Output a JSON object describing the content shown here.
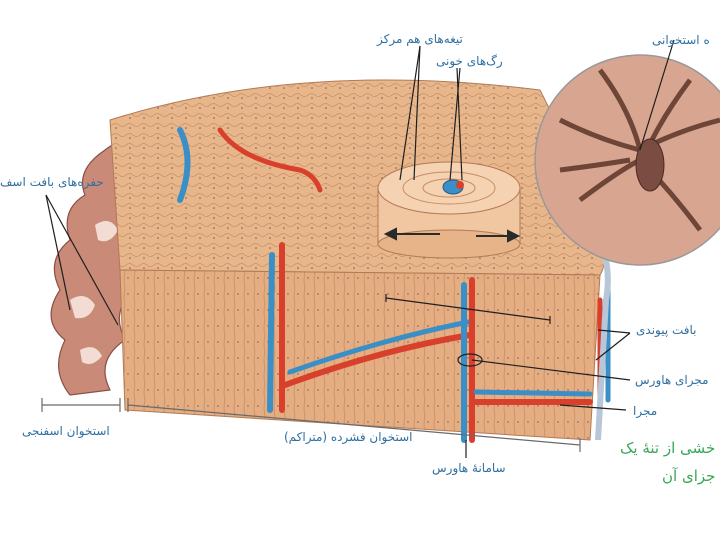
{
  "labels": {
    "concentric_lamellae": "تیغه‌های هم مرکز",
    "blood_vessels": "رگ‌های خونی",
    "bone_cell_partial": "ه استخوانی",
    "spongy_cavities_partial": "حفره‌های بافت اسف",
    "connective_tissue": "بافت پیوندی",
    "haversian_canal": "مجرای هاورس",
    "canal": "مجرا",
    "spongy_bone": "استخوان اسفنجی",
    "compact_bone": "استخوان فشرده (متراکم)",
    "haversian_system": "سامانهٔ هاورس",
    "caption_line1_partial": "خشی از تنهٔ یک",
    "caption_line2_partial": "جزای آن"
  },
  "colors": {
    "label_blue": "#2f6f9f",
    "caption_green": "#3aa657",
    "bone_tan": "#e9b98f",
    "vessel_red": "#d8402c",
    "vessel_blue": "#3a8fc7"
  }
}
